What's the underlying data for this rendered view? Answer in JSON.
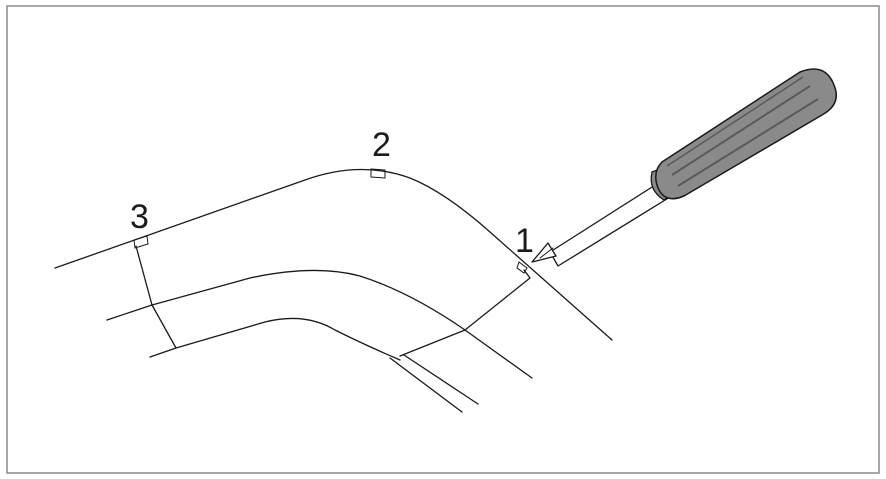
{
  "diagram": {
    "callouts": [
      {
        "id": "1",
        "label": "1"
      },
      {
        "id": "2",
        "label": "2"
      },
      {
        "id": "3",
        "label": "3"
      }
    ],
    "colors": {
      "frame": "#8c8c8c",
      "stroke": "#1a1a1a",
      "handle_fill": "#8a8a8a",
      "handle_dark": "#5a5a5a",
      "background": "#ffffff"
    }
  }
}
